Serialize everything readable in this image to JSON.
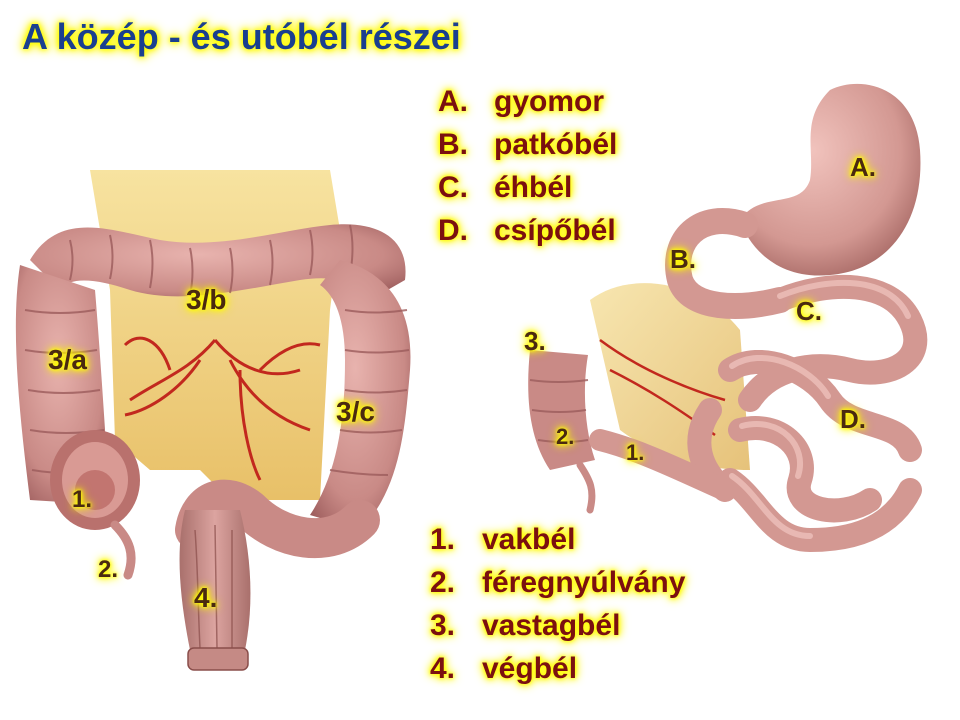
{
  "title": "A közép - és utóbél részei",
  "legend_top": [
    {
      "key": "A.",
      "text": "gyomor"
    },
    {
      "key": "B.",
      "text": "patkóbél"
    },
    {
      "key": "C.",
      "text": "éhbél"
    },
    {
      "key": "D.",
      "text": "csípőbél"
    }
  ],
  "legend_bottom": [
    {
      "key": "1.",
      "text": "vakbél"
    },
    {
      "key": "2.",
      "text": "féregnyúlvány"
    },
    {
      "key": "3.",
      "text": "vastagbél"
    },
    {
      "key": "4.",
      "text": "végbél"
    }
  ],
  "left_labels": {
    "l3b": "3/b",
    "l3a": "3/a",
    "l3c": "3/c",
    "l1": "1.",
    "l2": "2.",
    "l4": "4."
  },
  "right_labels": {
    "A": "A.",
    "B": "B.",
    "C": "C.",
    "D": "D.",
    "r3": "3.",
    "r2": "2.",
    "r1": "1."
  },
  "colors": {
    "title": "#1a3f8f",
    "glow": "#ffff00",
    "legend_text": "#7a1010",
    "label_text": "#4a2a10",
    "intestine": "#c98a86",
    "intestine_dark": "#9c5c5c",
    "mesentery": "#f1d27a",
    "vessel": "#c2281e"
  }
}
